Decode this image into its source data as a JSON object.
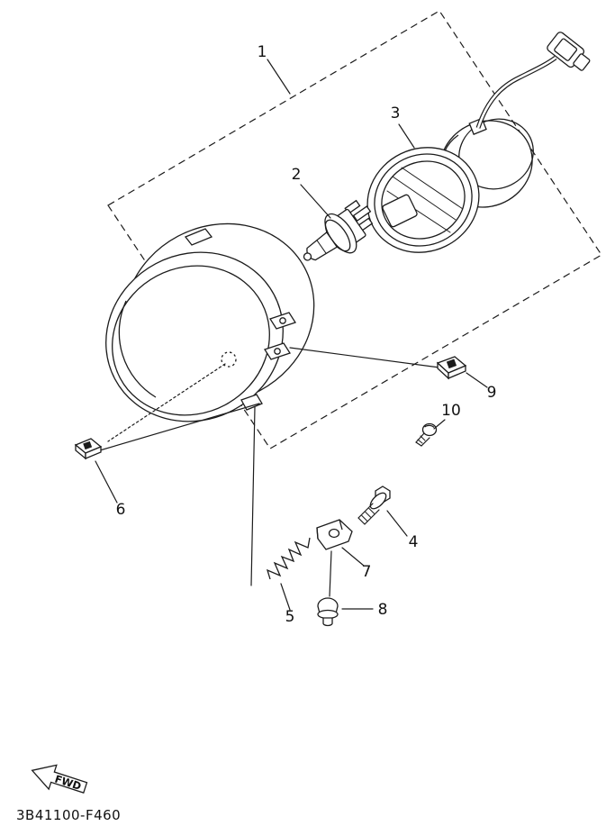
{
  "diagram": {
    "part_code": "3B41100-F460",
    "fwd_label": "FWD",
    "callouts": [
      {
        "num": "1"
      },
      {
        "num": "2"
      },
      {
        "num": "3"
      },
      {
        "num": "4"
      },
      {
        "num": "5"
      },
      {
        "num": "6"
      },
      {
        "num": "7"
      },
      {
        "num": "8"
      },
      {
        "num": "9"
      },
      {
        "num": "10"
      }
    ]
  }
}
